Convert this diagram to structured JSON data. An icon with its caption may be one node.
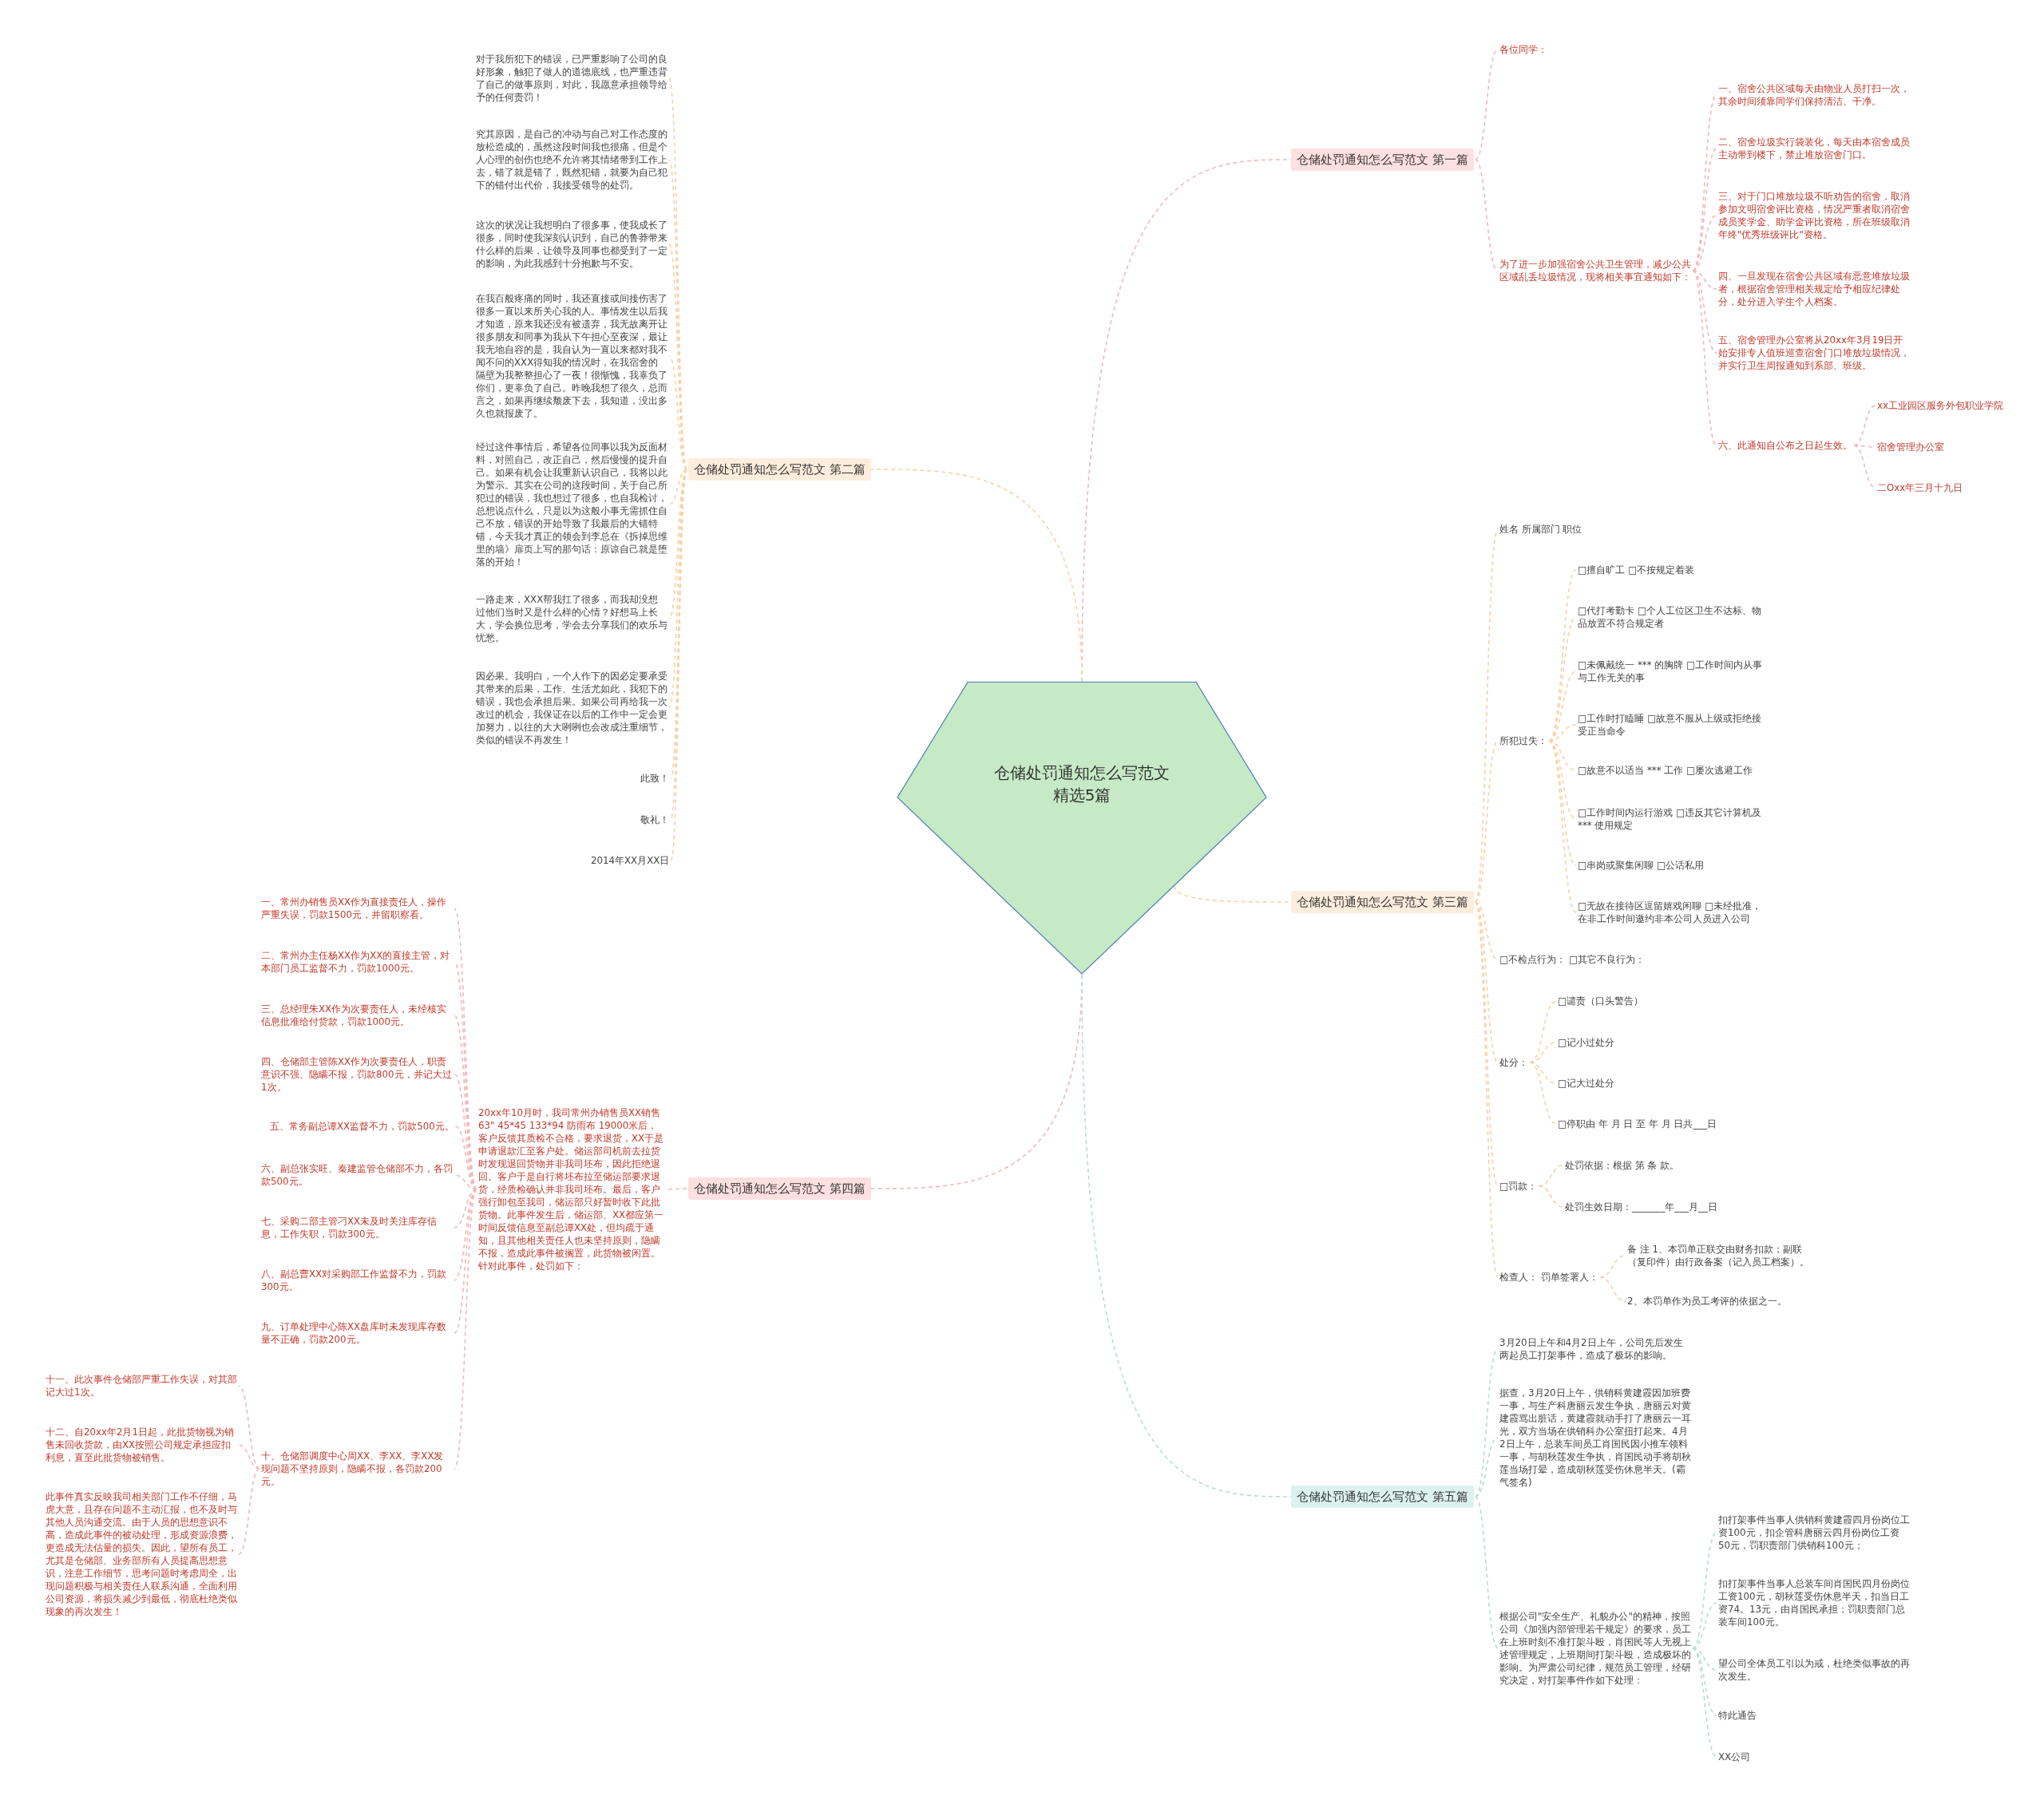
{
  "diagram": {
    "nodes": [
      {
        "text": [
          "仓储处罚通知怎么写范文精选5篇"
        ]
      },
      {
        "text": [
          "仓储处罚通知怎么写范文 第一篇"
        ]
      },
      {
        "text": [
          "各位同学："
        ]
      },
      {
        "text": [
          "为了进一步加强宿舍公共卫生管理，减少公共区域乱丢垃圾情况，现将相关事宜通知如下："
        ]
      },
      {
        "text": [
          "一、宿舍公共区域每天由物业人员打扫一次，其余时间须靠同学们保持清洁、干净。"
        ]
      },
      {
        "text": [
          "二、宿舍垃圾实行袋装化，每天由本宿舍成员主动带到楼下，禁止堆放宿舍门口。"
        ]
      },
      {
        "text": [
          "三、对于门口堆放垃圾不听劝告的宿舍，取消参加文明宿舍评比资格，情况严重者取消宿舍成员奖学金、助学金评比资格，所在班级取消年终\"优秀班级评比\"资格。"
        ]
      },
      {
        "text": [
          "四、一旦发现在宿舍公共区域有恶意堆放垃圾者，根据宿舍管理相关规定给予相应纪律处分，处分进入学生个人档案。"
        ]
      },
      {
        "text": [
          "五、宿舍管理办公室将从20xx年3月19日开始安排专人值班巡查宿舍门口堆放垃圾情况，并实行卫生周报通知到系部、班级。"
        ]
      },
      {
        "text": [
          "六、此通知自公布之日起生效。"
        ]
      },
      {
        "text": [
          "xx工业园区服务外包职业学院"
        ]
      },
      {
        "text": [
          "宿舍管理办公室"
        ]
      },
      {
        "text": [
          "二Oxx年三月十九日"
        ]
      },
      {
        "text": [
          "仓储处罚通知怎么写范文 第二篇"
        ]
      },
      {
        "text": [
          "对于我所犯下的错误，已严重影响了公司的良好形象，触犯了做人的道德底线，也严重违背了自己的做事原则，对此，我愿意承担领导给予的任何责罚！"
        ]
      },
      {
        "text": [
          "究其原因，是自己的冲动与自己对工作态度的放松造成的，虽然这段时间我也很痛，但是个人心理的创伤也绝不允许将其情绪带到工作上去，错了就是错了，既然犯错，就要为自己犯下的错付出代价，我接受领导的处罚。"
        ]
      },
      {
        "text": [
          "这次的状况让我想明白了很多事，使我成长了很多，同时使我深刻认识到，自己的鲁莽带来什么样的后果，让领导及同事也都受到了一定的影响，为此我感到十分抱歉与不安。"
        ]
      },
      {
        "text": [
          "在我百般疼痛的同时，我还直接或间接伤害了很多一直以来所关心我的人。事情发生以后我才知道，原来我还没有被遗弃，我无故离开让很多朋友和同事为我从下午担心至夜深，最让我无地自容的是，我自认为一直以来都对我不闻不问的XXX得知我的情况时，在我宿舍的隔壁为我整整担心了一夜！很惭愧，我辜负了你们，更辜负了自己。昨晚我想了很久，总而言之，如果再继续颓废下去，我知道，没出多久也就报废了。"
        ]
      },
      {
        "text": [
          "经过这件事情后，希望各位同事以我为反面材料，对照自己，改正自己，然后慢慢的提升自己。如果有机会让我重新认识自己，我将以此为警示。其实在公司的这段时间，关于自己所犯过的错误，我也想过了很多，也自我检讨，总想说点什么，只是以为这般小事无需抓住自己不放，错误的开始导致了我最后的大错特错，今天我才真正的领会到李总在《拆掉思维里的墙》扉页上写的那句话：原谅自己就是堕落的开始！"
        ]
      },
      {
        "text": [
          "一路走来，XXX帮我扛了很多，而我却没想过他们当时又是什么样的心情？好想马上长大，学会换位思考，学会去分享我们的欢乐与忧愁。"
        ]
      },
      {
        "text": [
          "因必果。我明白，一个人作下的因必定要承受其带来的后果，工作、生活尤如此，我犯下的错误，我也会承担后果。如果公司再给我一次改过的机会，我保证在以后的工作中一定会更加努力，以往的大大咧咧也会改成注重细节，类似的错误不再发生！"
        ]
      },
      {
        "text": [
          "此致！"
        ]
      },
      {
        "text": [
          "敬礼！"
        ]
      },
      {
        "text": [
          "2014年XX月XX日"
        ]
      },
      {
        "text": [
          "仓储处罚通知怎么写范文 第三篇"
        ]
      },
      {
        "text": [
          "姓名 所属部门 职位"
        ]
      },
      {
        "text": [
          "所犯过失："
        ]
      },
      {
        "text": [
          "□擅自旷工 □不按规定着装"
        ]
      },
      {
        "text": [
          "□代打考勤卡 □个人工位区卫生不达标、物品放置不符合规定者"
        ]
      },
      {
        "text": [
          "□未佩戴统一 *** 的胸牌 □工作时间内从事与工作无关的事"
        ]
      },
      {
        "text": [
          "□工作时打瞌睡 □故意不服从上级或拒绝接受正当命令"
        ]
      },
      {
        "text": [
          "□故意不以适当 *** 工作 □屡次逃避工作"
        ]
      },
      {
        "text": [
          "□工作时间内运行游戏 □违反其它计算机及 *** 使用规定"
        ]
      },
      {
        "text": [
          "□串岗或聚集闲聊 □公话私用"
        ]
      },
      {
        "text": [
          "□无故在接待区逗留嬉戏闲聊 □未经批准，在非工作时间邀约非本公司人员进入公司"
        ]
      },
      {
        "text": [
          "□不检点行为： □其它不良行为："
        ]
      },
      {
        "text": [
          "处分："
        ]
      },
      {
        "text": [
          "□谴责（口头警告）"
        ]
      },
      {
        "text": [
          "□记小过处分"
        ]
      },
      {
        "text": [
          "□记大过处分"
        ]
      },
      {
        "text": [
          "□停职由 年 月 日 至 年 月 日共___日"
        ]
      },
      {
        "text": [
          "□罚款："
        ]
      },
      {
        "text": [
          "处罚依据：根据 第 条 款。"
        ]
      },
      {
        "text": [
          "处罚生效日期：_______年___月__日"
        ]
      },
      {
        "text": [
          "检查人： 罚单签署人："
        ]
      },
      {
        "text": [
          "备 注 1、本罚单正联交由财务扣款；副联（复印件）由行政备案（记入员工档案）。"
        ]
      },
      {
        "text": [
          "2、本罚单作为员工考评的依据之一。"
        ]
      },
      {
        "text": [
          "仓储处罚通知怎么写范文 第四篇"
        ]
      },
      {
        "text": [
          "20xx年10月时，我司常州办销售员XX销售63\" 45*45 133*94 防雨布 19000米后，客户反馈其质检不合格，要求退货，XX于是申请退款汇至客户处。储运部司机前去拉货时发现退回货物并非我司坯布，因此拒绝退回。客户于是自行将坯布拉至储运部要求退货，经质检确认并非我司坯布。最后，客户强行卸包至我司，储运部只好暂时收下此批货物。此事件发生后，储运部、XX都应第一时间反馈信息至副总谭XX处，但均疏于通知，且其他相关责任人也未坚持原则，隐瞒不报，造成此事件被搁置，此货物被闲置。针对此事件，处罚如下："
        ]
      },
      {
        "text": [
          "一、常州办销售员XX作为直接责任人，操作严重失误，罚款1500元，并留职察看。"
        ]
      },
      {
        "text": [
          "二、常州办主任杨XX作为XX的直接主管，对本部门员工监督不力，罚款1000元。"
        ]
      },
      {
        "text": [
          "三、总经理朱XX作为次要责任人，未经核实信息批准给付货款，罚款1000元。"
        ]
      },
      {
        "text": [
          "四、仓储部主管陈XX作为次要责任人，职责意识不强、隐瞒不报，罚款800元，并记大过1次。"
        ]
      },
      {
        "text": [
          "五、常务副总谭XX监督不力，罚款500元。"
        ]
      },
      {
        "text": [
          "六、副总张实旺、秦建监管仓储部不力，各罚款500元。"
        ]
      },
      {
        "text": [
          "七、采购二部主管刁XX未及时关注库存信息，工作失职，罚款300元。"
        ]
      },
      {
        "text": [
          "八、副总曹XX对采购部工作监督不力，罚款300元。"
        ]
      },
      {
        "text": [
          "九、订单处理中心陈XX盘库时未发现库存数量不正确，罚款200元。"
        ]
      },
      {
        "text": [
          "十、仓储部调度中心周XX、李XX、李XX发现问题不坚持原则，隐瞒不报，各罚款200元。"
        ]
      },
      {
        "text": [
          "十一、此次事件仓储部严重工作失误，对其部记大过1次。"
        ]
      },
      {
        "text": [
          "十二、自20xx年2月1日起，此批货物视为销售未回收货款，由XX按照公司规定承担应扣利息，直至此批货物被销售。"
        ]
      },
      {
        "text": [
          "此事件真实反映我司相关部门工作不仔细，马虎大意，且存在问题不主动汇报，也不及时与其他人员沟通交流。由于人员的思想意识不高，造成此事件的被动处理，形成资源浪费，更造成无法估量的损失。因此，望所有员工，尤其是仓储部、业务部所有人员提高思想意识，注意工作细节，思考问题时考虑周全，出现问题积极与相关责任人联系沟通，全面利用公司资源，将损失减少到最低，彻底杜绝类似现象的再次发生！"
        ]
      },
      {
        "text": [
          "仓储处罚通知怎么写范文 第五篇"
        ]
      },
      {
        "text": [
          "3月20日上午和4月2日上午，公司先后发生两起员工打架事件，造成了极坏的影响。"
        ]
      },
      {
        "text": [
          "据查，3月20日上午，供销科黄建霞因加班费一事，与生产科唐丽云发生争执，唐丽云对黄建霞骂出脏话，黄建霞就动手打了唐丽云一耳光，双方当场在供销科办公室扭打起来。4月2日上午，总装车间员工肖国民因小推车领料一事，与胡秋莲发生争执，肖国民动手将胡秋莲当场打晕，造成胡秋莲受伤休息半天。(霸气签名)"
        ]
      },
      {
        "text": [
          "根据公司\"安全生产、礼貌办公\"的精神，按照公司《加强内部管理若干规定》的要求，员工在上班时刻不准打架斗殴，肖国民等人无视上述管理规定，上班期间打架斗殴，造成极坏的影响。为严肃公司纪律，规范员工管理，经研究决定，对打架事件作如下处理："
        ]
      },
      {
        "text": [
          "扣打架事件当事人供销科黄建霞四月份岗位工资100元，扣企管科唐丽云四月份岗位工资50元，罚职责部门供销科100元；"
        ]
      },
      {
        "text": [
          "扣打架事件当事人总装车间肖国民四月份岗位工资100元，胡秋莲受伤休息半天，扣当日工资74。13元，由肖国民承担；罚职责部门总装车间100元。"
        ]
      },
      {
        "text": [
          "望公司全体员工引以为戒，杜绝类似事故的再次发生。"
        ]
      },
      {
        "text": [
          "特此通告"
        ]
      },
      {
        "text": [
          "XX公司"
        ]
      }
    ],
    "edges": [
      {
        "from": 0,
        "to": 1,
        "arrow": "none",
        "style": "dashed",
        "color": "#f2b8b8"
      },
      {
        "from": 1,
        "to": 2,
        "arrow": "none",
        "style": "dashed",
        "color": "#f2b8b8"
      },
      {
        "from": 1,
        "to": 3,
        "arrow": "none",
        "style": "dashed",
        "color": "#f2b8b8"
      },
      {
        "from": 3,
        "to": 4,
        "arrow": "none",
        "style": "dashed",
        "color": "#f2b8b8"
      },
      {
        "from": 3,
        "to": 5,
        "arrow": "none",
        "style": "dashed",
        "color": "#f2b8b8"
      },
      {
        "from": 3,
        "to": 6,
        "arrow": "none",
        "style": "dashed",
        "color": "#f2b8b8"
      },
      {
        "from": 3,
        "to": 7,
        "arrow": "none",
        "style": "dashed",
        "color": "#f2b8b8"
      },
      {
        "from": 3,
        "to": 8,
        "arrow": "none",
        "style": "dashed",
        "color": "#f2b8b8"
      },
      {
        "from": 3,
        "to": 9,
        "arrow": "none",
        "style": "dashed",
        "color": "#f2b8b8"
      },
      {
        "from": 9,
        "to": 10,
        "arrow": "none",
        "style": "dashed",
        "color": "#f2b8b8"
      },
      {
        "from": 9,
        "to": 11,
        "arrow": "none",
        "style": "dashed",
        "color": "#f2b8b8"
      },
      {
        "from": 9,
        "to": 12,
        "arrow": "none",
        "style": "dashed",
        "color": "#f2b8b8"
      },
      {
        "from": 0,
        "to": 13,
        "arrow": "none",
        "style": "dashed",
        "color": "#f5d3a8"
      },
      {
        "from": 13,
        "to": 14,
        "arrow": "none",
        "style": "dashed",
        "color": "#f5d3a8"
      },
      {
        "from": 13,
        "to": 15,
        "arrow": "none",
        "style": "dashed",
        "color": "#f5d3a8"
      },
      {
        "from": 13,
        "to": 16,
        "arrow": "none",
        "style": "dashed",
        "color": "#f5d3a8"
      },
      {
        "from": 13,
        "to": 17,
        "arrow": "none",
        "style": "dashed",
        "color": "#f5d3a8"
      },
      {
        "from": 13,
        "to": 18,
        "arrow": "none",
        "style": "dashed",
        "color": "#f5d3a8"
      },
      {
        "from": 13,
        "to": 19,
        "arrow": "none",
        "style": "dashed",
        "color": "#f5d3a8"
      },
      {
        "from": 13,
        "to": 20,
        "arrow": "none",
        "style": "dashed",
        "color": "#f5d3a8"
      },
      {
        "from": 13,
        "to": 21,
        "arrow": "none",
        "style": "dashed",
        "color": "#f5d3a8"
      },
      {
        "from": 13,
        "to": 22,
        "arrow": "none",
        "style": "dashed",
        "color": "#f5d3a8"
      },
      {
        "from": 13,
        "to": 23,
        "arrow": "none",
        "style": "dashed",
        "color": "#f5d3a8"
      },
      {
        "from": 0,
        "to": 24,
        "arrow": "none",
        "style": "dashed",
        "color": "#f5d3a8"
      },
      {
        "from": 24,
        "to": 25,
        "arrow": "none",
        "style": "dashed",
        "color": "#f5d3a8"
      },
      {
        "from": 24,
        "to": 26,
        "arrow": "none",
        "style": "dashed",
        "color": "#f5d3a8"
      },
      {
        "from": 26,
        "to": 27,
        "arrow": "none",
        "style": "dashed",
        "color": "#f5d3a8"
      },
      {
        "from": 26,
        "to": 28,
        "arrow": "none",
        "style": "dashed",
        "color": "#f5d3a8"
      },
      {
        "from": 26,
        "to": 29,
        "arrow": "none",
        "style": "dashed",
        "color": "#f5d3a8"
      },
      {
        "from": 26,
        "to": 30,
        "arrow": "none",
        "style": "dashed",
        "color": "#f5d3a8"
      },
      {
        "from": 26,
        "to": 31,
        "arrow": "none",
        "style": "dashed",
        "color": "#f5d3a8"
      },
      {
        "from": 26,
        "to": 32,
        "arrow": "none",
        "style": "dashed",
        "color": "#f5d3a8"
      },
      {
        "from": 26,
        "to": 33,
        "arrow": "none",
        "style": "dashed",
        "color": "#f5d3a8"
      },
      {
        "from": 26,
        "to": 34,
        "arrow": "none",
        "style": "dashed",
        "color": "#f5d3a8"
      },
      {
        "from": 24,
        "to": 35,
        "arrow": "none",
        "style": "dashed",
        "color": "#f5d3a8"
      },
      {
        "from": 24,
        "to": 36,
        "arrow": "none",
        "style": "dashed",
        "color": "#f5d3a8"
      },
      {
        "from": 36,
        "to": 37,
        "arrow": "none",
        "style": "dashed",
        "color": "#f5d3a8"
      },
      {
        "from": 36,
        "to": 38,
        "arrow": "none",
        "style": "dashed",
        "color": "#f5d3a8"
      },
      {
        "from": 36,
        "to": 39,
        "arrow": "none",
        "style": "dashed",
        "color": "#f5d3a8"
      },
      {
        "from": 36,
        "to": 40,
        "arrow": "none",
        "style": "dashed",
        "color": "#f5d3a8"
      },
      {
        "from": 24,
        "to": 41,
        "arrow": "none",
        "style": "dashed",
        "color": "#f5d3a8"
      },
      {
        "from": 41,
        "to": 42,
        "arrow": "none",
        "style": "dashed",
        "color": "#f5d3a8"
      },
      {
        "from": 41,
        "to": 43,
        "arrow": "none",
        "style": "dashed",
        "color": "#f5d3a8"
      },
      {
        "from": 24,
        "to": 44,
        "arrow": "none",
        "style": "dashed",
        "color": "#f5d3a8"
      },
      {
        "from": 44,
        "to": 45,
        "arrow": "none",
        "style": "dashed",
        "color": "#f5d3a8"
      },
      {
        "from": 44,
        "to": 46,
        "arrow": "none",
        "style": "dashed",
        "color": "#f5d3a8"
      },
      {
        "from": 0,
        "to": 47,
        "arrow": "none",
        "style": "dashed",
        "color": "#f2b8b8"
      },
      {
        "from": 47,
        "to": 48,
        "arrow": "none",
        "style": "dashed",
        "color": "#f2b8b8"
      },
      {
        "from": 48,
        "to": 49,
        "arrow": "none",
        "style": "dashed",
        "color": "#f2b8b8"
      },
      {
        "from": 48,
        "to": 50,
        "arrow": "none",
        "style": "dashed",
        "color": "#f2b8b8"
      },
      {
        "from": 48,
        "to": 51,
        "arrow": "none",
        "style": "dashed",
        "color": "#f2b8b8"
      },
      {
        "from": 48,
        "to": 52,
        "arrow": "none",
        "style": "dashed",
        "color": "#f2b8b8"
      },
      {
        "from": 48,
        "to": 53,
        "arrow": "none",
        "style": "dashed",
        "color": "#f2b8b8"
      },
      {
        "from": 48,
        "to": 54,
        "arrow": "none",
        "style": "dashed",
        "color": "#f2b8b8"
      },
      {
        "from": 48,
        "to": 55,
        "arrow": "none",
        "style": "dashed",
        "color": "#f2b8b8"
      },
      {
        "from": 48,
        "to": 56,
        "arrow": "none",
        "style": "dashed",
        "color": "#f2b8b8"
      },
      {
        "from": 48,
        "to": 57,
        "arrow": "none",
        "style": "dashed",
        "color": "#f2b8b8"
      },
      {
        "from": 48,
        "to": 58,
        "arrow": "none",
        "style": "dashed",
        "color": "#f2b8b8"
      },
      {
        "from": 58,
        "to": 59,
        "arrow": "none",
        "style": "dashed",
        "color": "#f2b8b8"
      },
      {
        "from": 58,
        "to": 60,
        "arrow": "none",
        "style": "dashed",
        "color": "#f2b8b8"
      },
      {
        "from": 58,
        "to": 61,
        "arrow": "none",
        "style": "dashed",
        "color": "#f2b8b8"
      },
      {
        "from": 0,
        "to": 62,
        "arrow": "none",
        "style": "dashed",
        "color": "#b7ddd6"
      },
      {
        "from": 62,
        "to": 63,
        "arrow": "none",
        "style": "dashed",
        "color": "#b7ddd6"
      },
      {
        "from": 62,
        "to": 64,
        "arrow": "none",
        "style": "dashed",
        "color": "#b7ddd6"
      },
      {
        "from": 62,
        "to": 65,
        "arrow": "none",
        "style": "dashed",
        "color": "#b7ddd6"
      },
      {
        "from": 65,
        "to": 66,
        "arrow": "none",
        "style": "dashed",
        "color": "#b7ddd6"
      },
      {
        "from": 65,
        "to": 67,
        "arrow": "none",
        "style": "dashed",
        "color": "#b7ddd6"
      },
      {
        "from": 65,
        "to": 68,
        "arrow": "none",
        "style": "dashed",
        "color": "#b7ddd6"
      },
      {
        "from": 65,
        "to": 69,
        "arrow": "none",
        "style": "dashed",
        "color": "#b7ddd6"
      },
      {
        "from": 65,
        "to": 70,
        "arrow": "none",
        "style": "dashed",
        "color": "#b7ddd6"
      }
    ]
  }
}
